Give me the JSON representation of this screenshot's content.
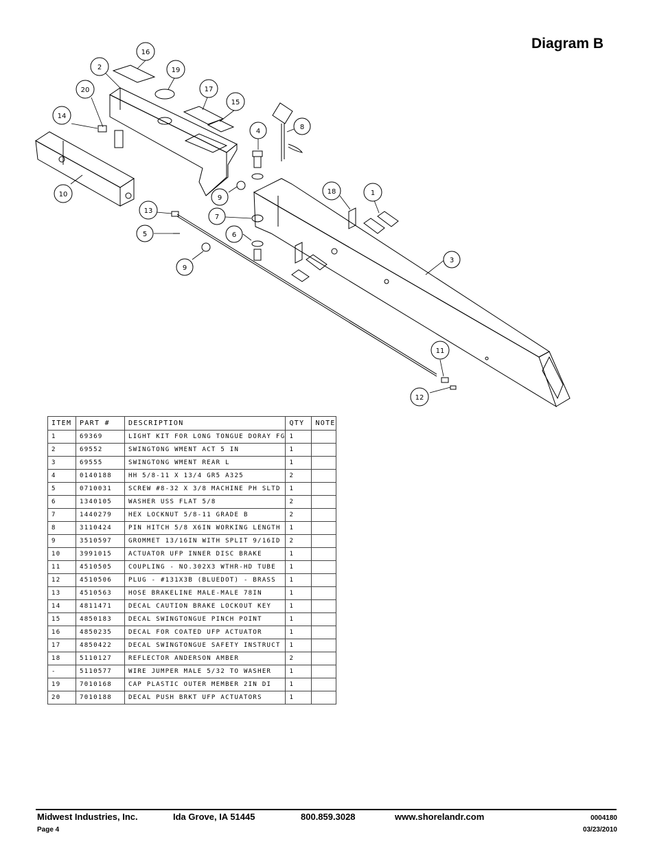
{
  "page_title": "Diagram B",
  "callouts": [
    "16",
    "2",
    "19",
    "20",
    "17",
    "15",
    "14",
    "4",
    "8",
    "10",
    "9",
    "18",
    "1",
    "13",
    "7",
    "5",
    "6",
    "9",
    "3",
    "11",
    "12"
  ],
  "table": {
    "headers": [
      "ITEM",
      "PART #",
      "DESCRIPTION",
      "QTY",
      "NOTE"
    ],
    "rows": [
      {
        "item": "1",
        "part": "69369",
        "desc": "LIGHT KIT FOR LONG TONGUE DORAY FG",
        "qty": "1",
        "note": ""
      },
      {
        "item": "2",
        "part": "69552",
        "desc": "SWINGTONG WMENT ACT 5 IN",
        "qty": "1",
        "note": ""
      },
      {
        "item": "3",
        "part": "69555",
        "desc": "SWINGTONG WMENT REAR L",
        "qty": "1",
        "note": ""
      },
      {
        "item": "4",
        "part": "0140188",
        "desc": "HH 5/8-11 X 13/4  GR5 A325",
        "qty": "2",
        "note": ""
      },
      {
        "item": "5",
        "part": "0710031",
        "desc": "SCREW #8-32 X 3/8 MACHINE PH SLTD",
        "qty": "1",
        "note": ""
      },
      {
        "item": "6",
        "part": "1340105",
        "desc": "WASHER USS FLAT 5/8",
        "qty": "2",
        "note": ""
      },
      {
        "item": "7",
        "part": "1440279",
        "desc": "HEX LOCKNUT 5/8-11 GRADE B",
        "qty": "2",
        "note": ""
      },
      {
        "item": "8",
        "part": "3110424",
        "desc": "PIN HITCH 5/8 X6IN WORKING LENGTH",
        "qty": "1",
        "note": ""
      },
      {
        "item": "9",
        "part": "3510597",
        "desc": "GROMMET 13/16IN  WITH SPLIT 9/16ID",
        "qty": "2",
        "note": ""
      },
      {
        "item": "10",
        "part": "3991015",
        "desc": "ACTUATOR UFP INNER  DISC BRAKE",
        "qty": "1",
        "note": ""
      },
      {
        "item": "11",
        "part": "4510505",
        "desc": "COUPLING - NO.302X3 WTHR-HD TUBE",
        "qty": "1",
        "note": ""
      },
      {
        "item": "12",
        "part": "4510506",
        "desc": "PLUG - #131X3B (BLUEDOT) - BRASS",
        "qty": "1",
        "note": ""
      },
      {
        "item": "13",
        "part": "4510563",
        "desc": "HOSE BRAKELINE MALE-MALE 78IN",
        "qty": "1",
        "note": ""
      },
      {
        "item": "14",
        "part": "4811471",
        "desc": "DECAL CAUTION BRAKE LOCKOUT KEY",
        "qty": "1",
        "note": ""
      },
      {
        "item": "15",
        "part": "4850183",
        "desc": "DECAL SWINGTONGUE PINCH POINT",
        "qty": "1",
        "note": ""
      },
      {
        "item": "16",
        "part": "4850235",
        "desc": "DECAL FOR COATED UFP ACTUATOR",
        "qty": "1",
        "note": ""
      },
      {
        "item": "17",
        "part": "4850422",
        "desc": "DECAL SWINGTONGUE SAFETY INSTRUCT",
        "qty": "1",
        "note": ""
      },
      {
        "item": "18",
        "part": "5110127",
        "desc": "REFLECTOR ANDERSON AMBER",
        "qty": "2",
        "note": ""
      },
      {
        "item": "-",
        "part": "5110577",
        "desc": "WIRE JUMPER MALE 5/32 TO WASHER",
        "qty": "1",
        "note": ""
      },
      {
        "item": "19",
        "part": "7010168",
        "desc": "CAP  PLASTIC OUTER MEMBER 2IN DI",
        "qty": "1",
        "note": ""
      },
      {
        "item": "20",
        "part": "7010188",
        "desc": "DECAL PUSH BRKT UFP ACTUATORS",
        "qty": "1",
        "note": ""
      }
    ]
  },
  "footer": {
    "company": "Midwest Industries, Inc.",
    "location": "Ida Grove, IA  51445",
    "phone": "800.859.3028",
    "website": "www.shorelandr.com",
    "doc_number": "0004180",
    "page": "Page 4",
    "date": "03/23/2010"
  }
}
